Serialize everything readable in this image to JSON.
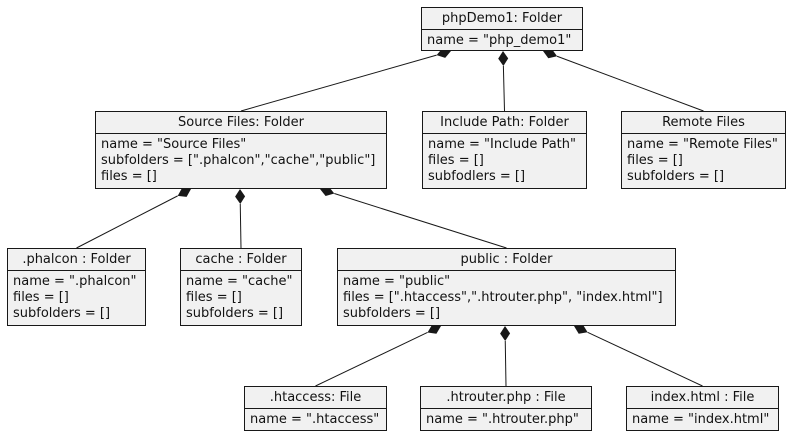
{
  "nodes": {
    "phpdemo1": {
      "title": "phpDemo1: Folder",
      "attrs": [
        "name = \"php_demo1\""
      ]
    },
    "source_files": {
      "title": "Source Files: Folder",
      "attrs": [
        "name = \"Source Files\"",
        "subfolders = [\".phalcon\",\"cache\",\"public\"]",
        "files = []"
      ]
    },
    "include_path": {
      "title": "Include Path: Folder",
      "attrs": [
        "name = \"Include Path\"",
        "files = []",
        "subfodlers = []"
      ]
    },
    "remote_files": {
      "title": "Remote Files",
      "attrs": [
        "name = \"Remote Files\"",
        "files = []",
        "subfolders = []"
      ]
    },
    "phalcon": {
      "title": ".phalcon : Folder",
      "attrs": [
        "name = \".phalcon\"",
        "files = []",
        "subfolders = []"
      ]
    },
    "cache": {
      "title": "cache : Folder",
      "attrs": [
        "name =  \"cache\"",
        "files = []",
        "subfolders = []"
      ]
    },
    "public": {
      "title": "public : Folder",
      "attrs": [
        "name = \"public\"",
        "files = [\".htaccess\",\".htrouter.php\", \"index.html\"]",
        "subfolders = []"
      ]
    },
    "htaccess": {
      "title": ".htaccess: File",
      "attrs": [
        "name = \".htaccess\""
      ]
    },
    "htrouter": {
      "title": ".htrouter.php : File",
      "attrs": [
        "name = \".htrouter.php\""
      ]
    },
    "index_html": {
      "title": "index.html : File",
      "attrs": [
        "name = \"index.html\""
      ]
    }
  },
  "compositions": [
    {
      "whole": "phpdemo1",
      "part": "source_files"
    },
    {
      "whole": "phpdemo1",
      "part": "include_path"
    },
    {
      "whole": "phpdemo1",
      "part": "remote_files"
    },
    {
      "whole": "source_files",
      "part": "phalcon"
    },
    {
      "whole": "source_files",
      "part": "cache"
    },
    {
      "whole": "source_files",
      "part": "public"
    },
    {
      "whole": "public",
      "part": "htaccess"
    },
    {
      "whole": "public",
      "part": "htrouter"
    },
    {
      "whole": "public",
      "part": "index_html"
    }
  ]
}
